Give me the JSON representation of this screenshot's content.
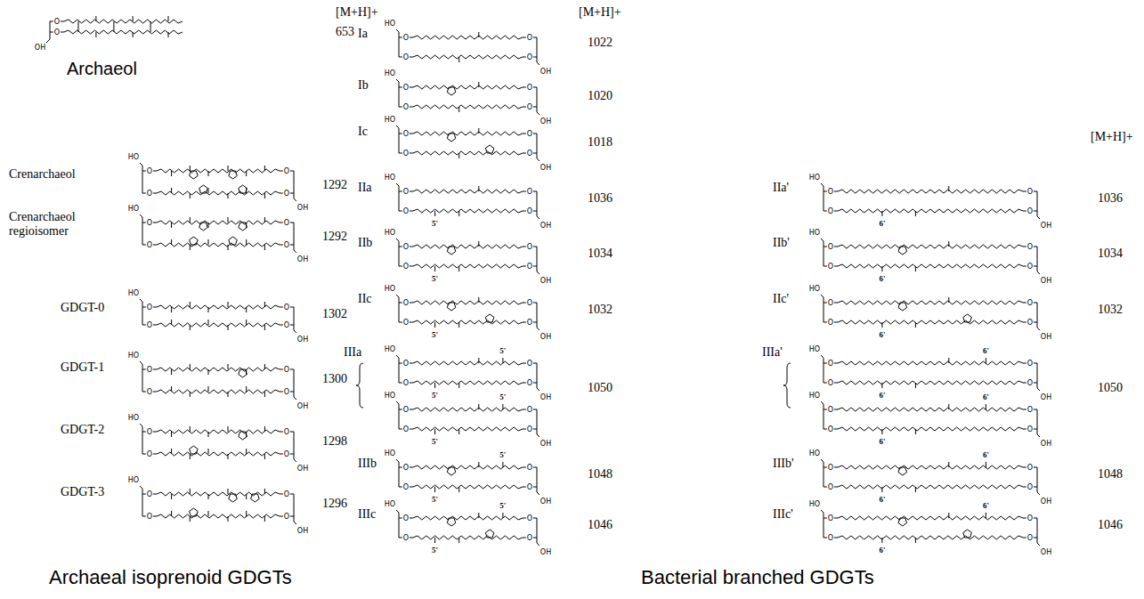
{
  "diagram": {
    "labels": [
      "[M+H]+",
      "[M+H]+",
      "[M+H]+",
      "Archaeol",
      "653",
      "O",
      "O",
      "OH",
      "Ia",
      "1022",
      "HO",
      "O",
      "O",
      "O",
      "O",
      "OH",
      "Ib",
      "1020",
      "HO",
      "O",
      "O",
      "O",
      "O",
      "OH",
      "Ic",
      "1018",
      "HO",
      "O",
      "O",
      "O",
      "O",
      "OH",
      "Crenarchaeol",
      "1292",
      "HO",
      "O",
      "O",
      "O",
      "O",
      "OH",
      "Crenarchaeol regioisomer",
      "1292",
      "HO",
      "O",
      "O",
      "O",
      "O",
      "OH",
      "IIa",
      "1036",
      "HO",
      "O",
      "O",
      "O",
      "O",
      "OH",
      "5'",
      "IIa'",
      "1036",
      "HO",
      "O",
      "O",
      "O",
      "O",
      "OH",
      "6'",
      "IIb",
      "1034",
      "HO",
      "O",
      "O",
      "O",
      "O",
      "OH",
      "5'",
      "IIb'",
      "1034",
      "HO",
      "O",
      "O",
      "O",
      "O",
      "OH",
      "6'",
      "IIc",
      "1032",
      "HO",
      "O",
      "O",
      "O",
      "O",
      "OH",
      "5'",
      "IIc'",
      "1032",
      "HO",
      "O",
      "O",
      "O",
      "O",
      "OH",
      "6'",
      "GDGT-0",
      "1302",
      "HO",
      "O",
      "O",
      "O",
      "O",
      "OH",
      "IIIa",
      "1050",
      "HO",
      "O",
      "O",
      "O",
      "O",
      "OH",
      "5'",
      "5'",
      "HO",
      "O",
      "O",
      "O",
      "O",
      "OH",
      "5'",
      "5'",
      "IIIa'",
      "1050",
      "HO",
      "O",
      "O",
      "O",
      "O",
      "OH",
      "6'",
      "6'",
      "HO",
      "O",
      "O",
      "O",
      "O",
      "OH",
      "6'",
      "6'",
      "GDGT-1",
      "1300",
      "HO",
      "O",
      "O",
      "O",
      "O",
      "OH",
      "GDGT-2",
      "1298",
      "HO",
      "O",
      "O",
      "O",
      "O",
      "OH",
      "IIIb",
      "1048",
      "HO",
      "O",
      "O",
      "O",
      "O",
      "OH",
      "5'",
      "5'",
      "IIIb'",
      "1048",
      "HO",
      "O",
      "O",
      "O",
      "O",
      "OH",
      "6'",
      "6'",
      "IIIc",
      "1046",
      "HO",
      "O",
      "O",
      "O",
      "O",
      "OH",
      "5'",
      "5'",
      "IIIc'",
      "1046",
      "HO",
      "O",
      "O",
      "O",
      "O",
      "OH",
      "6'",
      "6'",
      "GDGT-3",
      "1296",
      "HO",
      "O",
      "O",
      "O",
      "O",
      "OH",
      "Archaeal isoprenoid GDGTs",
      "Bacterial branched GDGTs"
    ]
  }
}
